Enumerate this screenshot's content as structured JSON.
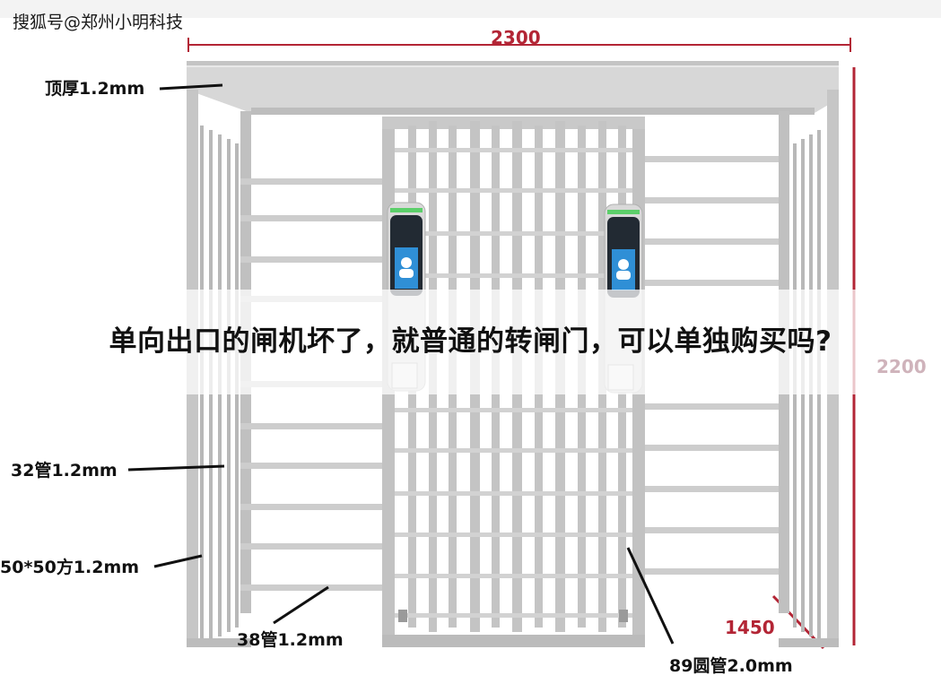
{
  "watermark": "搜狐号@郑州小明科技",
  "headline": "单向出口的闸机坏了，就普通的转闸门，可以单独购买吗?",
  "dimensions": {
    "width": "2300",
    "height": "2200",
    "depth": "1450"
  },
  "annotations": {
    "roof": "顶厚1.2mm",
    "tube32": "32管1.2mm",
    "square": "50*50方1.2mm",
    "tube38": "38管1.2mm",
    "tube89": "89圆管2.0mm"
  },
  "colors": {
    "frame": "#c9c9c9",
    "frame_dark": "#a9a9a9",
    "dimension_red": "#b32535",
    "reader_green": "#5ccf6a",
    "reader_screen": "#2f8fd6"
  },
  "icons": [
    "face-recognition-reader-icon",
    "nfc-card-icon"
  ]
}
